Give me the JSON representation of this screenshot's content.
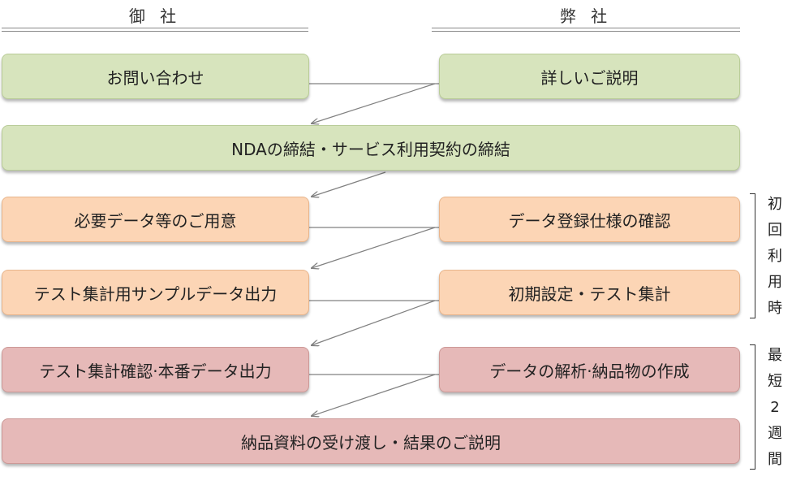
{
  "headers": {
    "client": "御 社",
    "company": "弊 社"
  },
  "boxes": {
    "inquiry": "お問い合わせ",
    "explanation": "詳しいご説明",
    "nda": "NDAの締結・サービス利用契約の締結",
    "prepare_data": "必要データ等のご用意",
    "confirm_spec": "データ登録仕様の確認",
    "test_output": "テスト集計用サンプルデータ出力",
    "initial_setup": "初期設定・テスト集計",
    "confirm_output": "テスト集計確認·本番データ出力",
    "analysis": "データの解析·納品物の作成",
    "delivery": "納品資料の受け渡し・結果のご説明"
  },
  "side_labels": {
    "first_use": [
      "初",
      "回",
      "利",
      "用",
      "時"
    ],
    "shortest": [
      "最",
      "短",
      "2",
      "週",
      "間"
    ]
  },
  "colors": {
    "green": "#d7e4bd",
    "orange": "#fcd5b5",
    "pink": "#e6b9b8",
    "arrow": "#808080"
  }
}
